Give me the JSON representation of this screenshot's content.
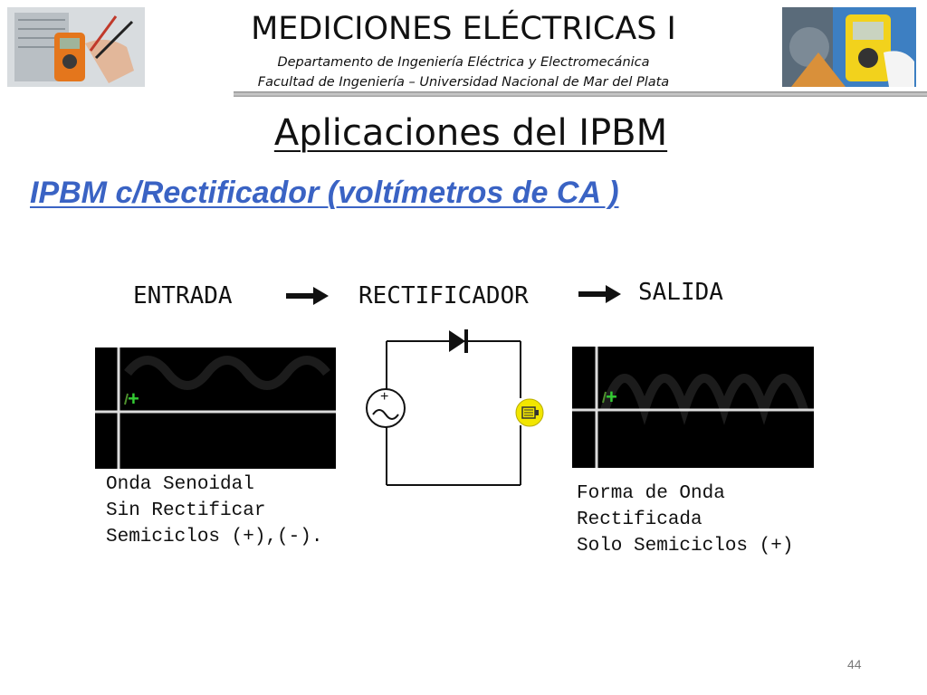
{
  "header": {
    "title": "MEDICIONES ELÉCTRICAS I",
    "department": "Departamento de Ingeniería Eléctrica y Electromecánica",
    "faculty": "Facultad de Ingeniería – Universidad Nacional de Mar del Plata",
    "left_photo": "multimeter-photo",
    "right_photo": "digital-meter-photo"
  },
  "slide": {
    "title": "Aplicaciones del IPBM",
    "subtitle": "IPBM c/Rectificador (voltímetros de CA )",
    "page_number": "44"
  },
  "diagram": {
    "stage_input": "ENTRADA",
    "stage_rectifier": "RECTIFICADOR",
    "stage_output": "SALIDA",
    "source_plus": "+",
    "scope_marker": "+",
    "input_caption": [
      "Onda Senoidal",
      "Sin Rectificar",
      "Semiciclos (+),(-)."
    ],
    "output_caption": [
      "Forma de Onda",
      "Rectificada",
      "Solo Semiciclos (+)"
    ]
  },
  "colors": {
    "subtitle": "#3a63c4",
    "scope_background": "#000000",
    "scope_marker": "#33cc33",
    "meter": "#f2e600"
  }
}
